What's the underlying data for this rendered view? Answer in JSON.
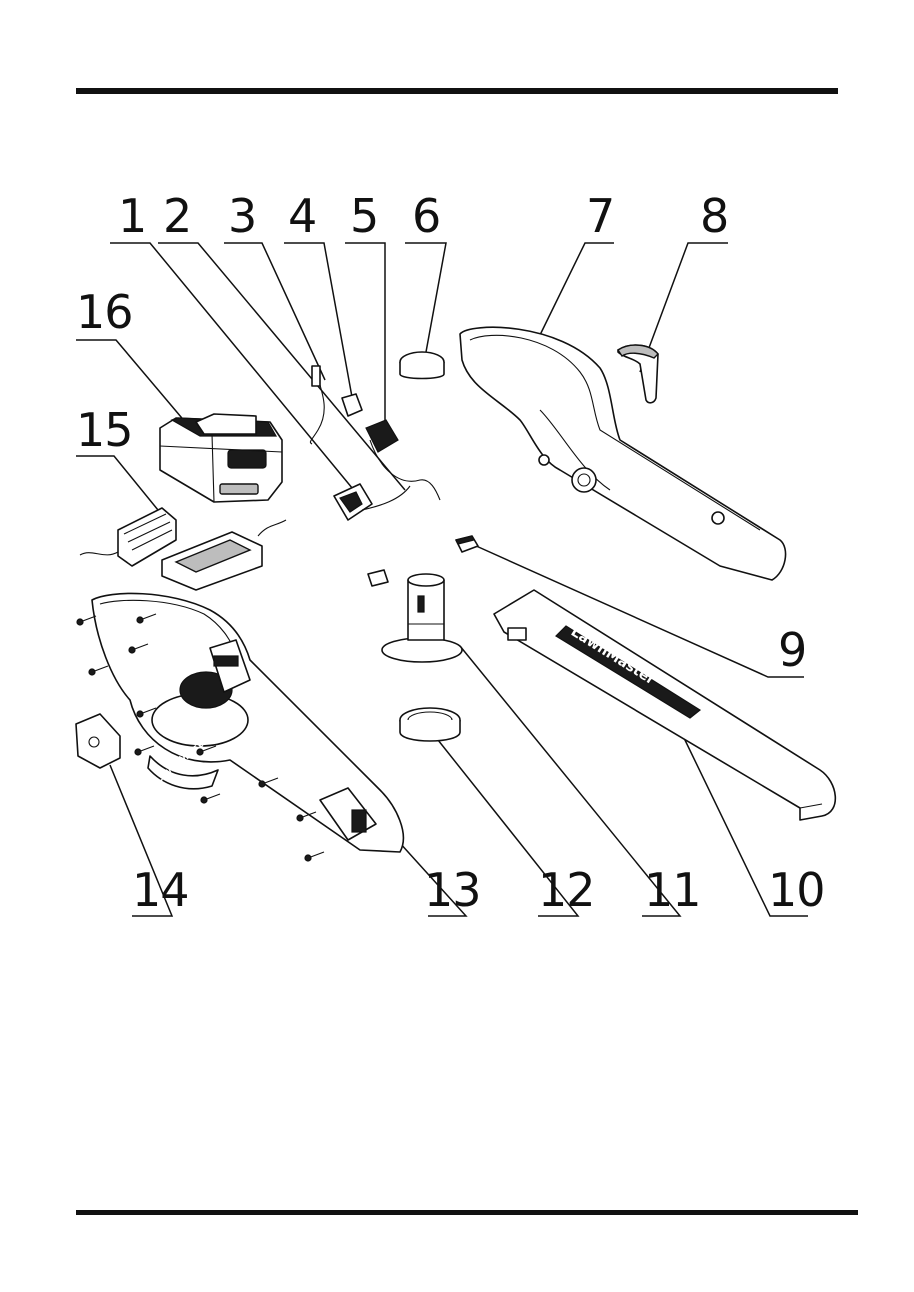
{
  "callouts": [
    {
      "id": "1",
      "label": "1"
    },
    {
      "id": "2",
      "label": "2"
    },
    {
      "id": "3",
      "label": "3"
    },
    {
      "id": "4",
      "label": "4"
    },
    {
      "id": "5",
      "label": "5"
    },
    {
      "id": "6",
      "label": "6"
    },
    {
      "id": "7",
      "label": "7"
    },
    {
      "id": "8",
      "label": "8"
    },
    {
      "id": "9",
      "label": "9"
    },
    {
      "id": "10",
      "label": "10"
    },
    {
      "id": "11",
      "label": "11"
    },
    {
      "id": "12",
      "label": "12"
    },
    {
      "id": "13",
      "label": "13"
    },
    {
      "id": "14",
      "label": "14"
    },
    {
      "id": "15",
      "label": "15"
    },
    {
      "id": "16",
      "label": "16"
    }
  ],
  "brand_text": "LawnMaster"
}
